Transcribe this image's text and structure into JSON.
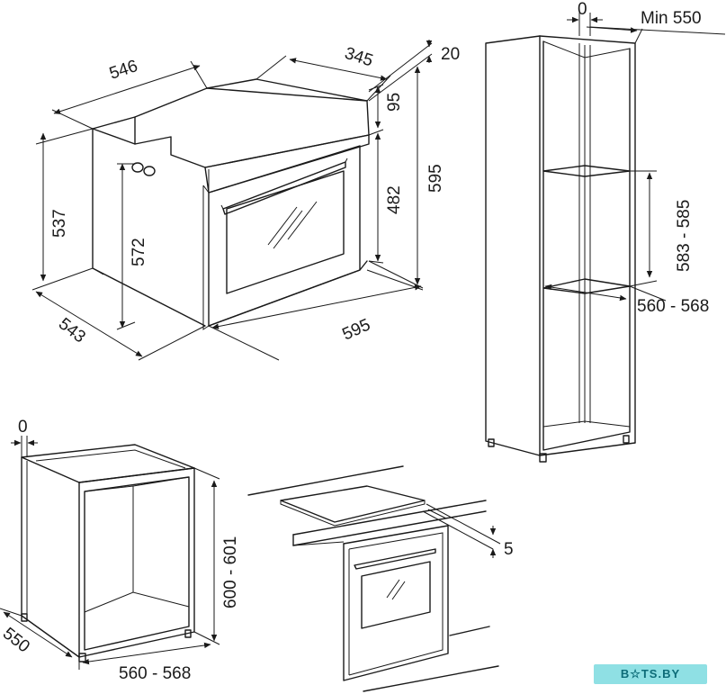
{
  "oven_dims": {
    "width_top": "546",
    "depth_top": "345",
    "panel_thickness": "20",
    "panel_height": "95",
    "height_body": "537",
    "height_inner": "572",
    "height_front": "482",
    "height_total": "595",
    "depth_bottom": "543",
    "width_front": "595"
  },
  "column_dims": {
    "gap": "0",
    "min_depth": "Min 550",
    "niche_height": "583 - 585",
    "niche_width": "560 - 568"
  },
  "cabinet_dims": {
    "gap": "0",
    "height": "600 - 601",
    "depth": "550",
    "width": "560 - 568"
  },
  "undercounter_dims": {
    "gap": "5"
  },
  "watermark": "B☆TS.BY",
  "colors": {
    "line": "#1a1a1a",
    "watermark_bg": "#8fe0e4",
    "watermark_text": "#0d6c78"
  }
}
